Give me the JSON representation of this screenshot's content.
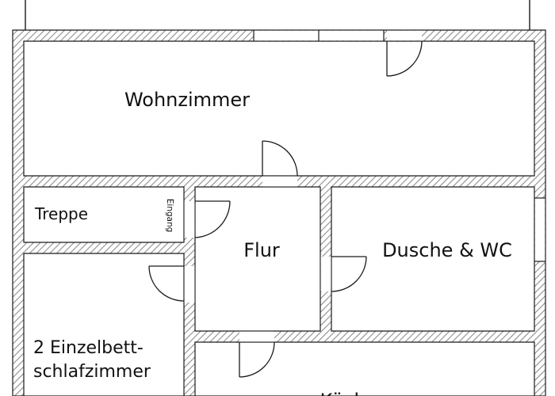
{
  "rooms": {
    "wohnzimmer": "Wohnzimmer",
    "treppe": "Treppe",
    "eingang": "Eingang",
    "flur": "Flur",
    "dusche": "Dusche & WC",
    "schlafzimmer_line1": "2 Einzelbett-",
    "schlafzimmer_line2": "schlafzimmer",
    "bottom_room": "Küche"
  },
  "colors": {
    "wall_hatch": "#9a9a9a",
    "wall_outline": "#1a1a1a",
    "background": "#ffffff"
  }
}
